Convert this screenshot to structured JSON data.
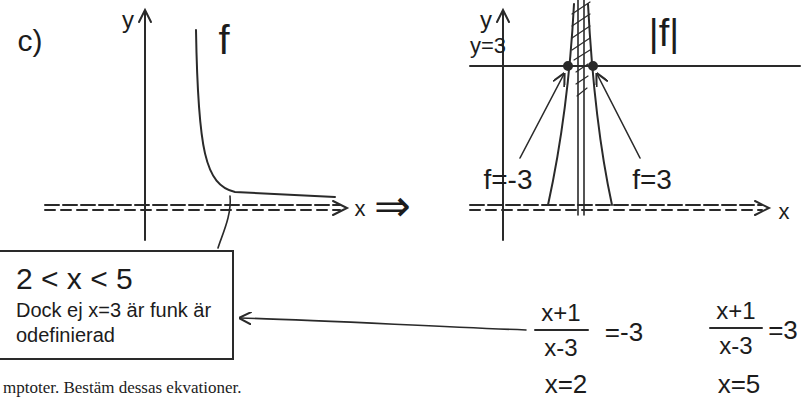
{
  "diagram": {
    "nodes": [
      {
        "text": [
          "2 < x < 5",
          "Dock ej x=3 är funk är odefinierad"
        ]
      }
    ],
    "labels": [
      "c)",
      "y",
      "f",
      "x",
      "⇒",
      "y",
      "y=3",
      "|f|",
      "x",
      "f=-3",
      "f=3",
      "x+1",
      "x-3",
      "=-3",
      "x=2",
      "x+1",
      "x-3",
      "=3",
      "x=5",
      "mptoter. Bestäm dessas ekvationer."
    ]
  }
}
